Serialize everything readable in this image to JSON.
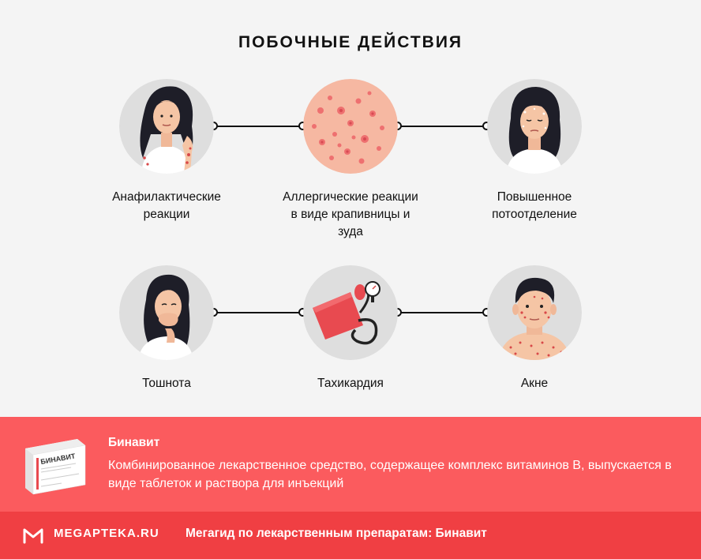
{
  "header": {
    "title": "ПОБОЧНЫЕ ДЕЙСТВИЯ"
  },
  "effects": [
    {
      "label": "Анафилактические реакции",
      "icon": "woman-scratching-rash-icon"
    },
    {
      "label": "Аллергические реакции в виде крапивницы и зуда",
      "icon": "skin-rash-closeup-icon"
    },
    {
      "label": "Повышенное потоотделение",
      "icon": "sweating-woman-icon"
    },
    {
      "label": "Тошнота",
      "icon": "nauseous-woman-icon"
    },
    {
      "label": "Тахикардия",
      "icon": "blood-pressure-cuff-icon"
    },
    {
      "label": "Акне",
      "icon": "man-with-acne-icon"
    }
  ],
  "product": {
    "name": "Бинавит",
    "description": "Комбинированное лекарственное средство, содержащее комплекс витаминов В, выпускается в виде таблеток и раствора для инъекций",
    "package_label": "БИНАВИТ"
  },
  "footer": {
    "brand": "MEGAPTEKA.RU",
    "guide": "Мегагид по лекарственным препаратам: Бинавит"
  },
  "colors": {
    "accent": "#fb5b5e",
    "footer": "#f03f43",
    "circle_bg": "#dedede"
  }
}
